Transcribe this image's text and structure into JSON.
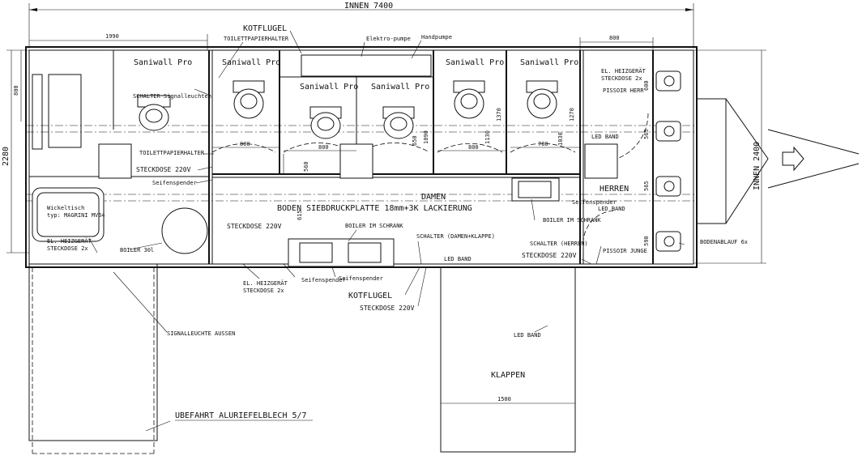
{
  "dims": {
    "innen_7400": "INNEN 7400",
    "innen_2400": "INNEN 2400",
    "d1990": "1990",
    "d800_top": "800",
    "d2280": "2280",
    "d800_left": "800",
    "d800_a": "800",
    "d800_b": "800",
    "d800_c": "800",
    "d780": "780",
    "d560": "560",
    "d650": "650",
    "d1090": "1090",
    "d1130": "1130",
    "d1370": "1370",
    "d1030": "1030",
    "d1270": "1270",
    "d600": "600",
    "d565a": "565",
    "d565b": "565",
    "d590": "590",
    "d615": "615",
    "d1500": "1500"
  },
  "labels": {
    "kotflugel_top": "KOTFLUGEL",
    "toilettpapierhalter_top": "TOILETTPAPIERHALTER",
    "elektro_pumpe": "Elektro-pumpe",
    "handpumpe": "Handpumpe",
    "saniwall": [
      "Saniwall Pro",
      "Saniwall Pro",
      "Saniwall Pro",
      "Saniwall Pro",
      "Saniwall Pro",
      "Saniwall Pro"
    ],
    "schalter_signal": "SCHALTER Signalleuchten",
    "el_heiz_herr_1": "EL. HEIZGERÄT",
    "el_heiz_herr_2": "STECKDOSE 2x",
    "pissoir_herr": "PISSOIR HERR",
    "toilettpapierhalter_mid": "TOILETTPAPIERHALTER",
    "steckdose_220_a": "STECKDOSE 220V",
    "seifenspender_a": "Seifenspender",
    "led_band_a": "LED BAND",
    "damen": "DAMEN",
    "boden": "BODEN SIEBDRUCKPLATTE 18mm+3K LACKIERUNG",
    "herren": "HERREN",
    "seifenspender_b": "Seifenspender",
    "led_band_b": "LED BAND",
    "wickeltisch_1": "Wickeltisch",
    "wickeltisch_2": "typ: MAGRINI MV64",
    "el_heiz_l_1": "EL. HEIZGERÄT",
    "el_heiz_l_2": "STECKDOSE 2x",
    "boiler_30l": "BOILER 30l",
    "steckdose_220_b": "STECKDOSE 220V",
    "boiler_schrank_a": "BOILER IM SCHRANK",
    "boiler_schrank_b": "BOILER IM SCHRANK",
    "schalter_damen": "SCHALTER (DAMEN+KLAPPE)",
    "led_band_c": "LED BAND",
    "schalter_herren": "SCHALTER (HERREN)",
    "steckdose_220_c": "STECKDOSE 220V",
    "pissoir_junge": "PISSOIR JUNGE",
    "bodenablauf": "BODENABLAUF 6x",
    "el_heiz_b_1": "EL. HEIZGERÄT",
    "el_heiz_b_2": "STECKDOSE 2x",
    "seifenspender_c": "Seifenspender",
    "seifenspender_d": "Seifenspender",
    "kotflugel_bottom": "KOTFLUGEL",
    "steckdose_220_d": "STECKDOSE 220V",
    "signalleuchte": "SIGNALLEUCHTE AUSSEN",
    "led_band_d": "LED BAND",
    "klappen": "KLAPPEN",
    "ubefahrt": "UBEFAHRT ALURIEFELBLECH 5/7"
  }
}
